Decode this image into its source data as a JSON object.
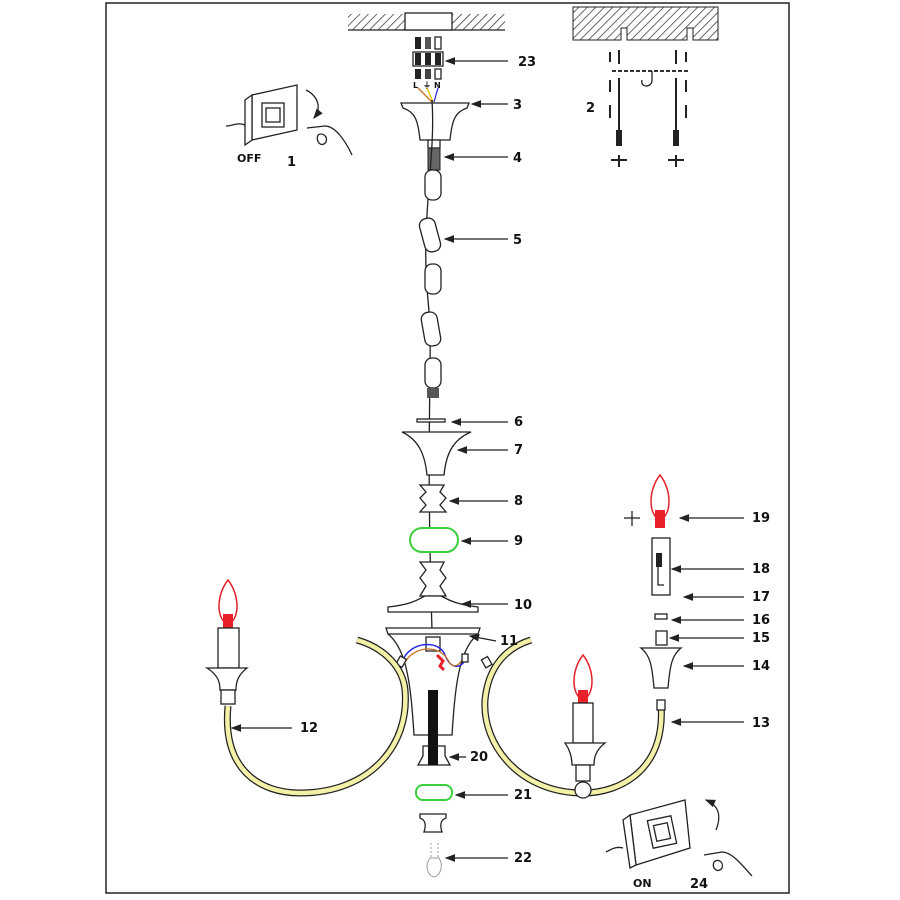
{
  "diagram": {
    "callouts": [
      "1",
      "2",
      "3",
      "4",
      "5",
      "6",
      "7",
      "8",
      "9",
      "10",
      "11",
      "12",
      "13",
      "14",
      "15",
      "16",
      "17",
      "18",
      "19",
      "20",
      "21",
      "22",
      "23",
      "24"
    ],
    "switch_off_label": "OFF",
    "switch_on_label": "ON",
    "wire_labels": {
      "live": "L",
      "earth": "⏚",
      "neutral": "N"
    },
    "colors": {
      "flame": "#e8202a",
      "arm_tube": "#f3f0a8",
      "ring": "#3ccf3c",
      "wire_blue": "#2a2ae0",
      "wire_brown": "#c8701e",
      "wire_yellow": "#e0c000"
    }
  }
}
